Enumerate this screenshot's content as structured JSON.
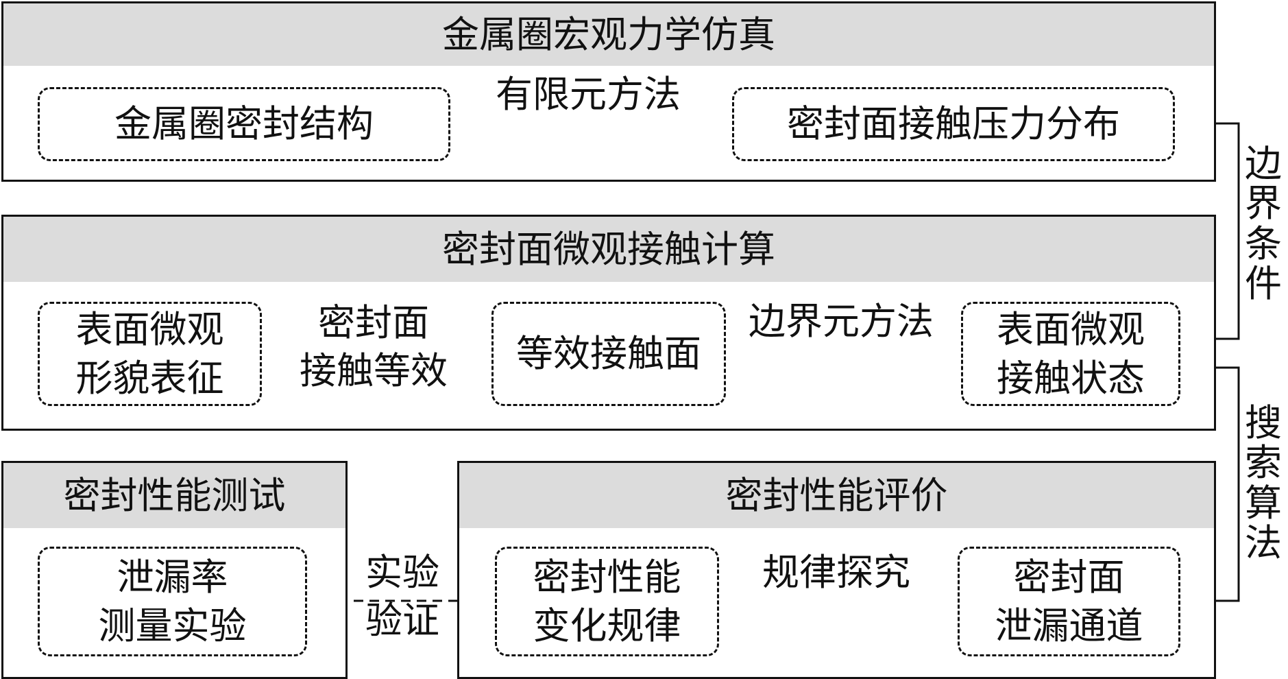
{
  "panels": {
    "macro": {
      "title": "金属圈宏观力学仿真",
      "node_structure": "金属圈密封结构",
      "method": "有限元方法",
      "node_pressure": "密封面接触压力分布"
    },
    "micro": {
      "title": "密封面微观接触计算",
      "node_morphology": [
        "表面微观",
        "形貌表征"
      ],
      "method_equiv": [
        "密封面",
        "接触等效"
      ],
      "node_equiv_surface": "等效接触面",
      "method_bem": "边界元方法",
      "node_contact_state": [
        "表面微观",
        "接触状态"
      ]
    },
    "test": {
      "title": "密封性能测试",
      "node_leak": [
        "泄漏率",
        "测量实验"
      ]
    },
    "eval": {
      "title": "密封性能评价",
      "node_law": [
        "密封性能",
        "变化规律"
      ],
      "method_explore": "规律探究",
      "node_channel": [
        "密封面",
        "泄漏通道"
      ]
    }
  },
  "side_labels": {
    "boundary": [
      "边",
      "界",
      "条",
      "件"
    ],
    "search": [
      "搜",
      "索",
      "算",
      "法"
    ],
    "verify": [
      "实验",
      "验证"
    ]
  }
}
